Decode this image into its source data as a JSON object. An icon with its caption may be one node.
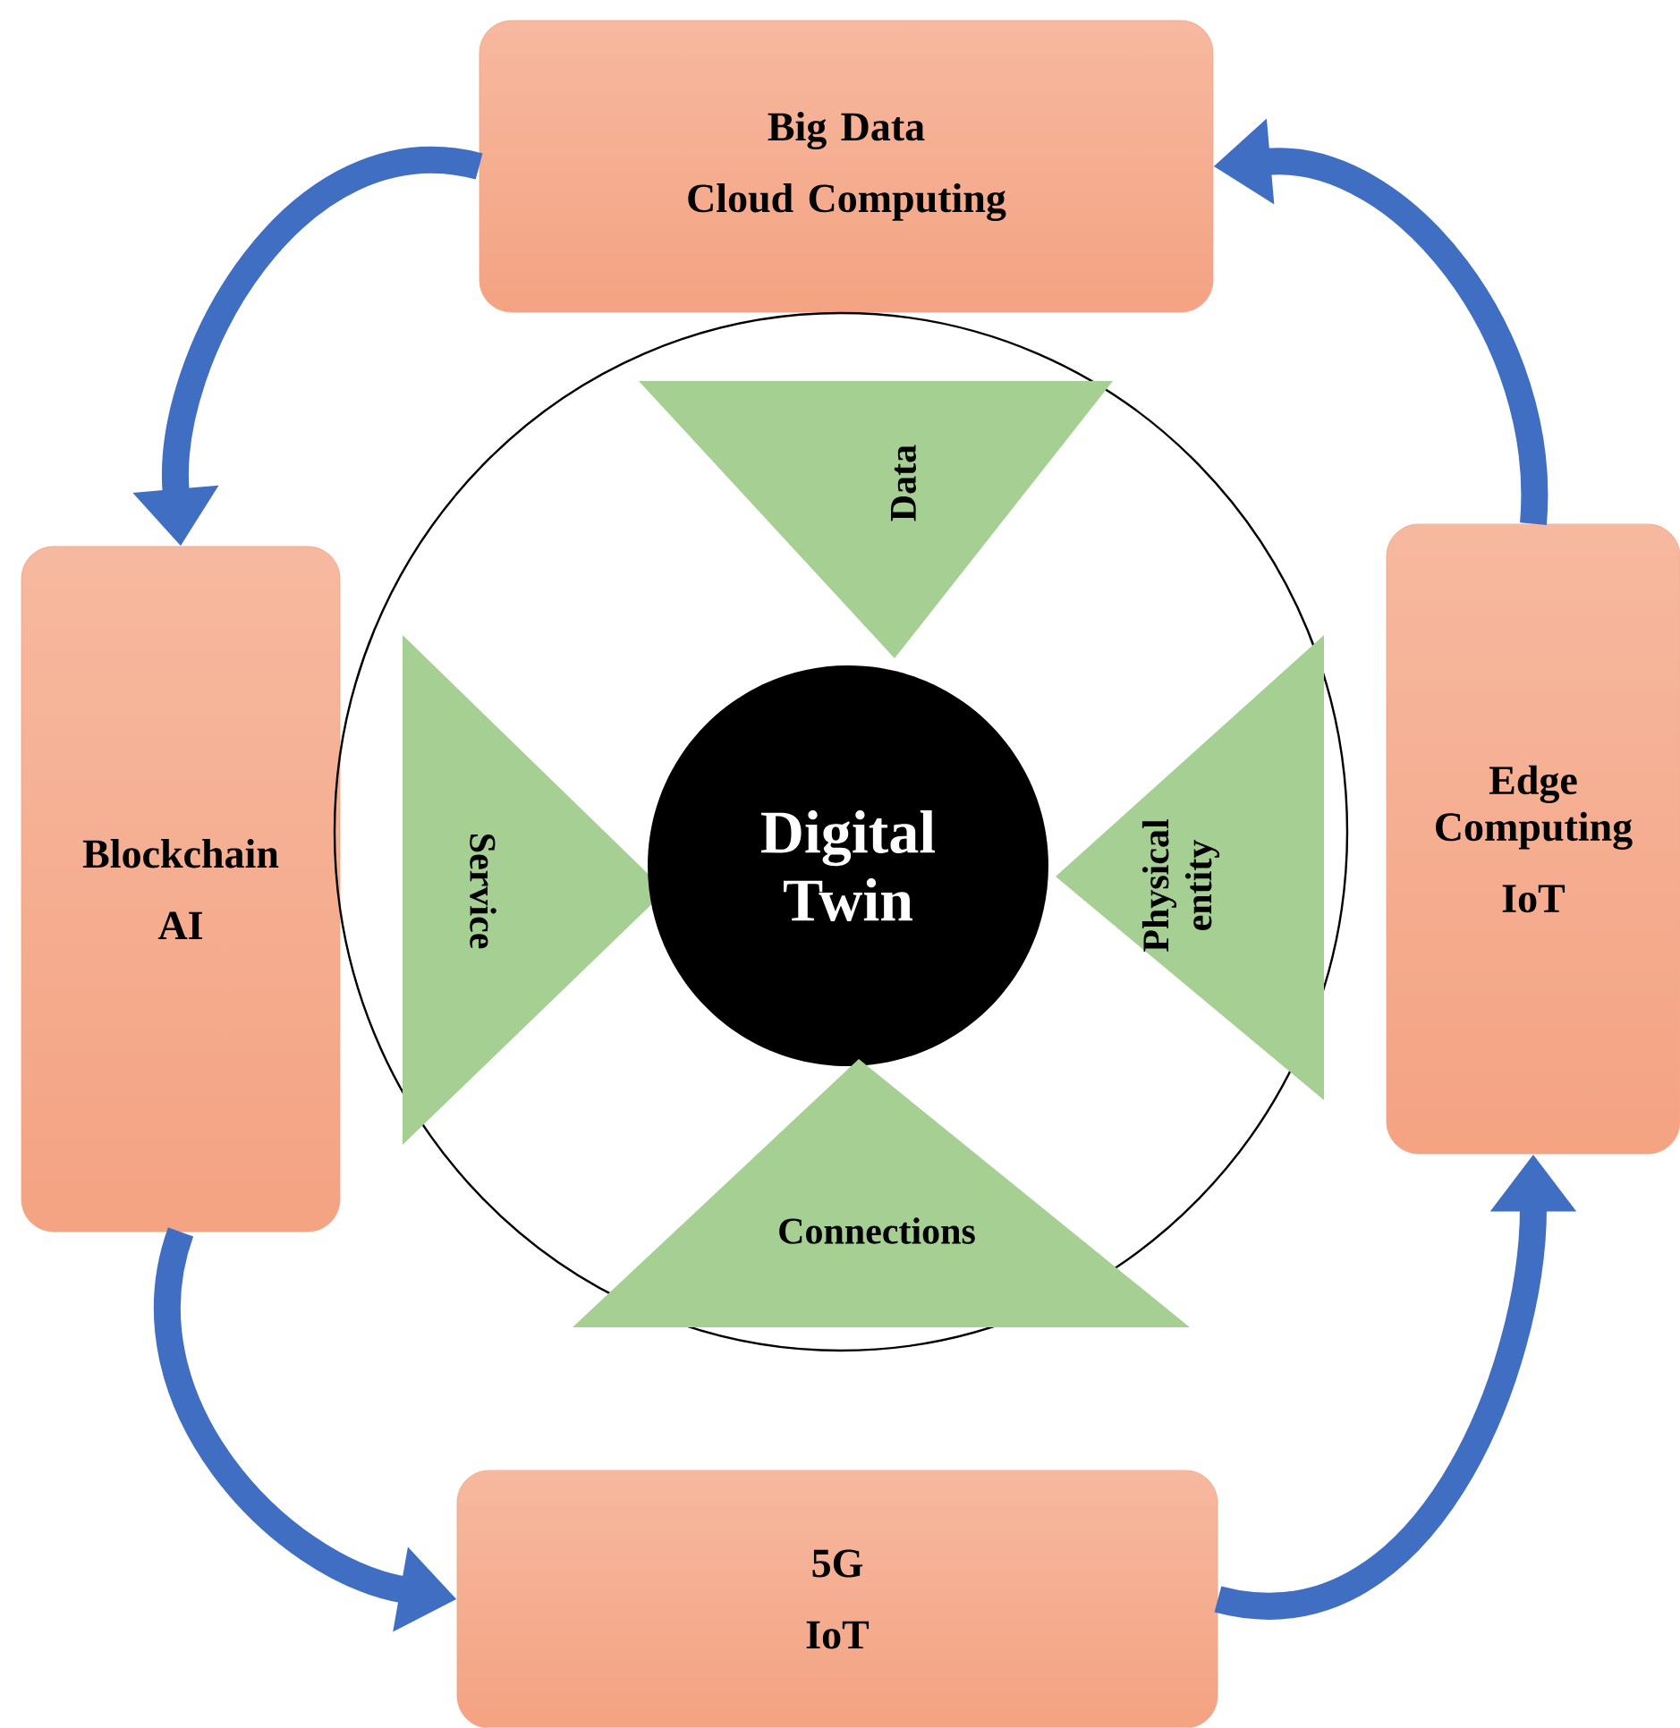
{
  "diagram": {
    "nodes": [
      {
        "text": [
          "Big Data",
          "Cloud Computing"
        ]
      },
      {
        "text": [
          "Blockchain",
          "AI"
        ]
      },
      {
        "text": [],
        "shape": "circle"
      },
      {
        "text": [
          "Data"
        ],
        "in": 2
      },
      {
        "text": [
          "Service"
        ],
        "in": 2
      },
      {
        "text": [
          "Digital Twin"
        ],
        "in": 2
      },
      {
        "text": [
          "Physical entity"
        ],
        "in": 2
      },
      {
        "text": [
          "Connections"
        ],
        "in": 2
      },
      {
        "text": [
          "Edge Computing",
          "IoT"
        ]
      },
      {
        "text": [
          "5G",
          "IoT"
        ]
      }
    ],
    "edges": [
      {
        "from": 0,
        "to": 1,
        "arrow": "to"
      },
      {
        "from": 1,
        "to": 9,
        "arrow": "to"
      },
      {
        "from": 9,
        "to": 8,
        "arrow": "to"
      },
      {
        "from": 8,
        "to": 0,
        "arrow": "to"
      }
    ]
  }
}
